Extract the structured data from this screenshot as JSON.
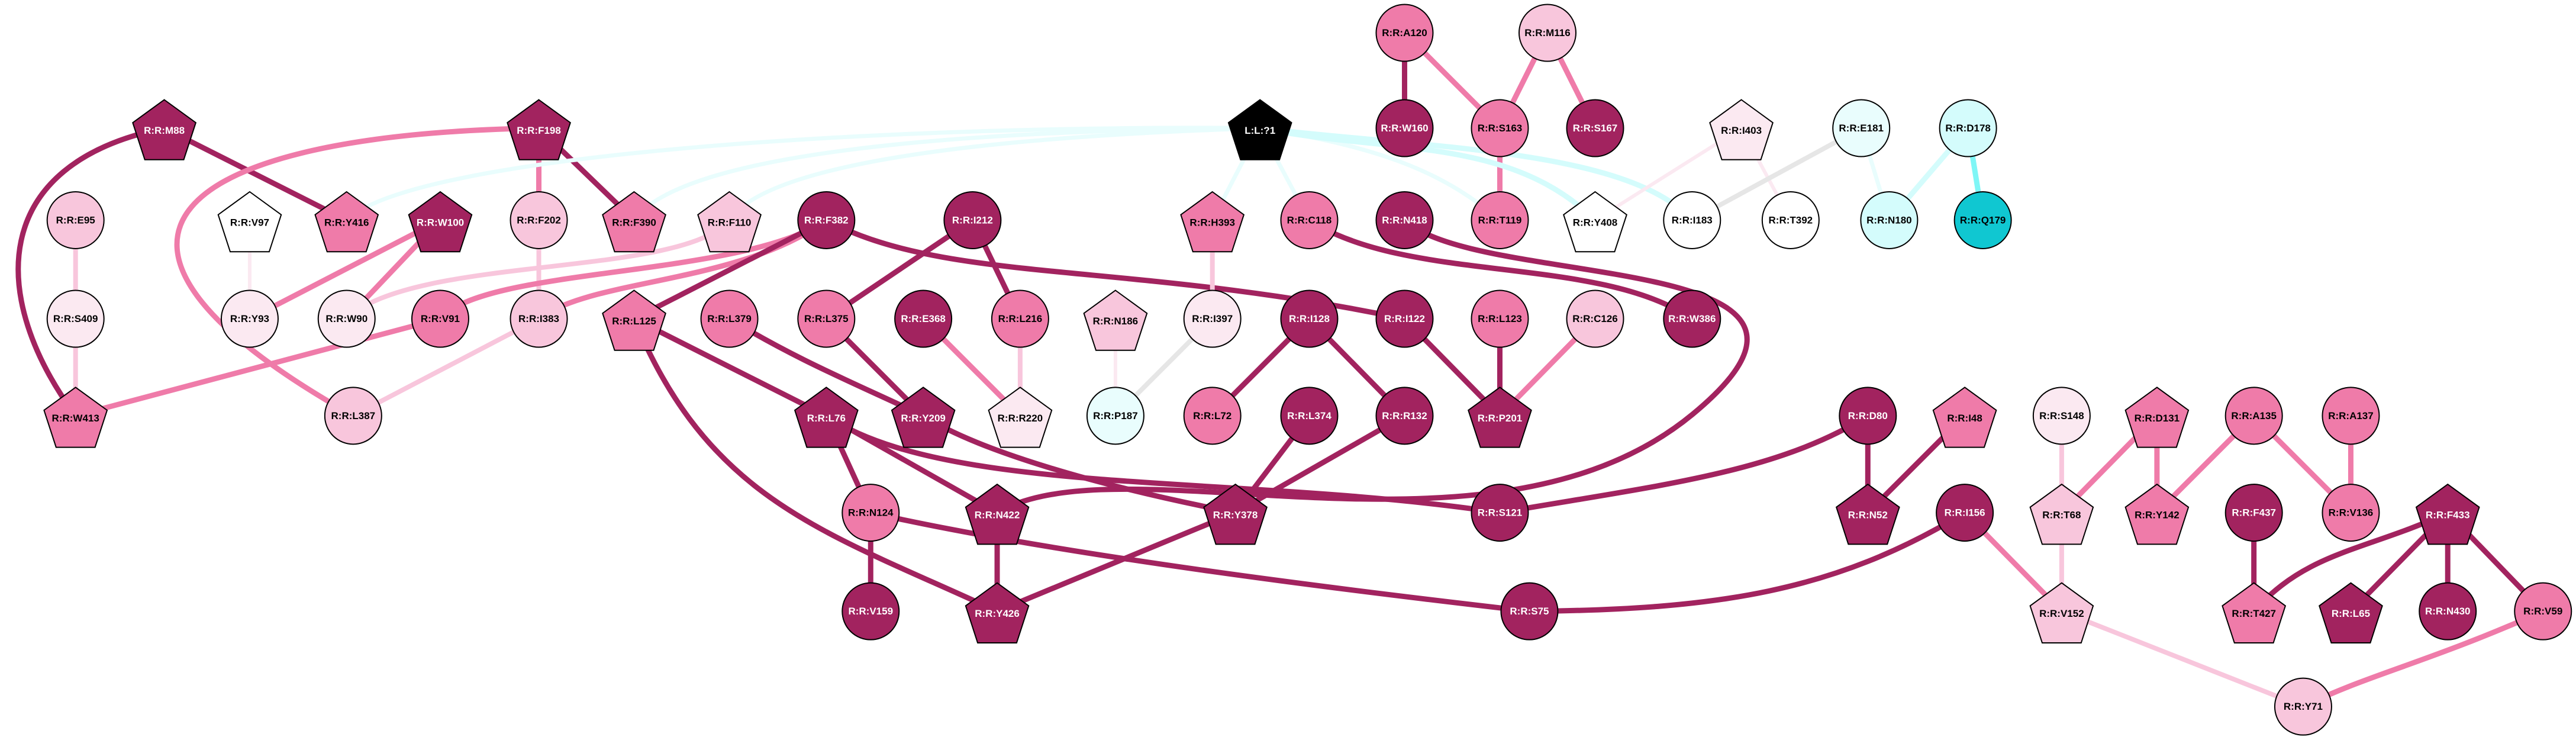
{
  "title": "Residue interaction network",
  "palette": {
    "dark": "#a2235f",
    "medium": "#ef7ba9",
    "light": "#f8c6dc",
    "pale": "#fbe9f1",
    "white": "#ffffff",
    "cyan_pale": "#e9fdfd",
    "cyan_light": "#d4fcfc",
    "cyan": "#10c7d1",
    "black": "#000000",
    "gray": "#e6e6e6",
    "cyan_edge": "#7ff6f6"
  },
  "nodes": [
    {
      "id": "A120",
      "label": "R:R:A120",
      "shape": "circle",
      "fill": "medium"
    },
    {
      "id": "M116",
      "label": "R:R:M116",
      "shape": "circle",
      "fill": "light"
    },
    {
      "id": "M88",
      "label": "R:R:M88",
      "shape": "pentagon",
      "fill": "dark"
    },
    {
      "id": "F198",
      "label": "R:R:F198",
      "shape": "pentagon",
      "fill": "dark"
    },
    {
      "id": "L1",
      "label": "L:L:?1",
      "shape": "pentagon",
      "fill": "black"
    },
    {
      "id": "W160",
      "label": "R:R:W160",
      "shape": "circle",
      "fill": "dark"
    },
    {
      "id": "S163",
      "label": "R:R:S163",
      "shape": "circle",
      "fill": "medium"
    },
    {
      "id": "S167",
      "label": "R:R:S167",
      "shape": "circle",
      "fill": "dark"
    },
    {
      "id": "I403",
      "label": "R:R:I403",
      "shape": "pentagon",
      "fill": "pale"
    },
    {
      "id": "E181",
      "label": "R:R:E181",
      "shape": "circle",
      "fill": "cyan_pale"
    },
    {
      "id": "D178",
      "label": "R:R:D178",
      "shape": "circle",
      "fill": "cyan_light"
    },
    {
      "id": "E95",
      "label": "R:R:E95",
      "shape": "circle",
      "fill": "light"
    },
    {
      "id": "V97",
      "label": "R:R:V97",
      "shape": "pentagon",
      "fill": "white"
    },
    {
      "id": "Y416",
      "label": "R:R:Y416",
      "shape": "pentagon",
      "fill": "medium"
    },
    {
      "id": "W100",
      "label": "R:R:W100",
      "shape": "pentagon",
      "fill": "dark"
    },
    {
      "id": "F202",
      "label": "R:R:F202",
      "shape": "circle",
      "fill": "light"
    },
    {
      "id": "F390",
      "label": "R:R:F390",
      "shape": "pentagon",
      "fill": "medium"
    },
    {
      "id": "F110",
      "label": "R:R:F110",
      "shape": "pentagon",
      "fill": "light"
    },
    {
      "id": "F382",
      "label": "R:R:F382",
      "shape": "circle",
      "fill": "dark"
    },
    {
      "id": "I212",
      "label": "R:R:I212",
      "shape": "circle",
      "fill": "dark"
    },
    {
      "id": "H393",
      "label": "R:R:H393",
      "shape": "pentagon",
      "fill": "medium"
    },
    {
      "id": "C118",
      "label": "R:R:C118",
      "shape": "circle",
      "fill": "medium"
    },
    {
      "id": "N418",
      "label": "R:R:N418",
      "shape": "circle",
      "fill": "dark"
    },
    {
      "id": "T119",
      "label": "R:R:T119",
      "shape": "circle",
      "fill": "medium"
    },
    {
      "id": "Y408",
      "label": "R:R:Y408",
      "shape": "pentagon",
      "fill": "white"
    },
    {
      "id": "I183",
      "label": "R:R:I183",
      "shape": "circle",
      "fill": "white"
    },
    {
      "id": "T392",
      "label": "R:R:T392",
      "shape": "circle",
      "fill": "white"
    },
    {
      "id": "N180",
      "label": "R:R:N180",
      "shape": "circle",
      "fill": "cyan_light"
    },
    {
      "id": "Q179",
      "label": "R:R:Q179",
      "shape": "circle",
      "fill": "cyan"
    },
    {
      "id": "S409",
      "label": "R:R:S409",
      "shape": "circle",
      "fill": "pale"
    },
    {
      "id": "Y93",
      "label": "R:R:Y93",
      "shape": "circle",
      "fill": "pale"
    },
    {
      "id": "W90",
      "label": "R:R:W90",
      "shape": "circle",
      "fill": "pale"
    },
    {
      "id": "V91",
      "label": "R:R:V91",
      "shape": "circle",
      "fill": "medium"
    },
    {
      "id": "I383",
      "label": "R:R:I383",
      "shape": "circle",
      "fill": "light"
    },
    {
      "id": "L125",
      "label": "R:R:L125",
      "shape": "pentagon",
      "fill": "medium"
    },
    {
      "id": "L379",
      "label": "R:R:L379",
      "shape": "circle",
      "fill": "medium"
    },
    {
      "id": "L375",
      "label": "R:R:L375",
      "shape": "circle",
      "fill": "medium"
    },
    {
      "id": "E368",
      "label": "R:R:E368",
      "shape": "circle",
      "fill": "dark"
    },
    {
      "id": "L216",
      "label": "R:R:L216",
      "shape": "circle",
      "fill": "medium"
    },
    {
      "id": "N186",
      "label": "R:R:N186",
      "shape": "pentagon",
      "fill": "light"
    },
    {
      "id": "I397",
      "label": "R:R:I397",
      "shape": "circle",
      "fill": "pale"
    },
    {
      "id": "I128",
      "label": "R:R:I128",
      "shape": "circle",
      "fill": "dark"
    },
    {
      "id": "I122",
      "label": "R:R:I122",
      "shape": "circle",
      "fill": "dark"
    },
    {
      "id": "L123",
      "label": "R:R:L123",
      "shape": "circle",
      "fill": "medium"
    },
    {
      "id": "C126",
      "label": "R:R:C126",
      "shape": "circle",
      "fill": "light"
    },
    {
      "id": "W386",
      "label": "R:R:W386",
      "shape": "circle",
      "fill": "dark"
    },
    {
      "id": "W413",
      "label": "R:R:W413",
      "shape": "pentagon",
      "fill": "medium"
    },
    {
      "id": "L387",
      "label": "R:R:L387",
      "shape": "circle",
      "fill": "light"
    },
    {
      "id": "L76",
      "label": "R:R:L76",
      "shape": "pentagon",
      "fill": "dark"
    },
    {
      "id": "Y209",
      "label": "R:R:Y209",
      "shape": "pentagon",
      "fill": "dark"
    },
    {
      "id": "R220",
      "label": "R:R:R220",
      "shape": "pentagon",
      "fill": "pale"
    },
    {
      "id": "P187",
      "label": "R:R:P187",
      "shape": "circle",
      "fill": "cyan_pale"
    },
    {
      "id": "L72",
      "label": "R:R:L72",
      "shape": "circle",
      "fill": "medium"
    },
    {
      "id": "L374",
      "label": "R:R:L374",
      "shape": "circle",
      "fill": "dark"
    },
    {
      "id": "R132",
      "label": "R:R:R132",
      "shape": "circle",
      "fill": "dark"
    },
    {
      "id": "P201",
      "label": "R:R:P201",
      "shape": "pentagon",
      "fill": "dark"
    },
    {
      "id": "D80",
      "label": "R:R:D80",
      "shape": "circle",
      "fill": "dark"
    },
    {
      "id": "I48",
      "label": "R:R:I48",
      "shape": "pentagon",
      "fill": "medium"
    },
    {
      "id": "S148",
      "label": "R:R:S148",
      "shape": "circle",
      "fill": "pale"
    },
    {
      "id": "D131",
      "label": "R:R:D131",
      "shape": "pentagon",
      "fill": "medium"
    },
    {
      "id": "A135",
      "label": "R:R:A135",
      "shape": "circle",
      "fill": "medium"
    },
    {
      "id": "A137",
      "label": "R:R:A137",
      "shape": "circle",
      "fill": "medium"
    },
    {
      "id": "N124",
      "label": "R:R:N124",
      "shape": "circle",
      "fill": "medium"
    },
    {
      "id": "N422",
      "label": "R:R:N422",
      "shape": "pentagon",
      "fill": "dark"
    },
    {
      "id": "Y378",
      "label": "R:R:Y378",
      "shape": "pentagon",
      "fill": "dark"
    },
    {
      "id": "S121",
      "label": "R:R:S121",
      "shape": "circle",
      "fill": "dark"
    },
    {
      "id": "N52",
      "label": "R:R:N52",
      "shape": "pentagon",
      "fill": "dark"
    },
    {
      "id": "I156",
      "label": "R:R:I156",
      "shape": "circle",
      "fill": "dark"
    },
    {
      "id": "T68",
      "label": "R:R:T68",
      "shape": "pentagon",
      "fill": "light"
    },
    {
      "id": "Y142",
      "label": "R:R:Y142",
      "shape": "pentagon",
      "fill": "medium"
    },
    {
      "id": "F437",
      "label": "R:R:F437",
      "shape": "circle",
      "fill": "dark"
    },
    {
      "id": "V136",
      "label": "R:R:V136",
      "shape": "circle",
      "fill": "medium"
    },
    {
      "id": "F433",
      "label": "R:R:F433",
      "shape": "pentagon",
      "fill": "dark"
    },
    {
      "id": "V159",
      "label": "R:R:V159",
      "shape": "circle",
      "fill": "dark"
    },
    {
      "id": "Y426",
      "label": "R:R:Y426",
      "shape": "pentagon",
      "fill": "dark"
    },
    {
      "id": "S75",
      "label": "R:R:S75",
      "shape": "circle",
      "fill": "dark"
    },
    {
      "id": "V152",
      "label": "R:R:V152",
      "shape": "pentagon",
      "fill": "light"
    },
    {
      "id": "T427",
      "label": "R:R:T427",
      "shape": "pentagon",
      "fill": "medium"
    },
    {
      "id": "L65",
      "label": "R:R:L65",
      "shape": "pentagon",
      "fill": "dark"
    },
    {
      "id": "N430",
      "label": "R:R:N430",
      "shape": "circle",
      "fill": "dark"
    },
    {
      "id": "V59",
      "label": "R:R:V59",
      "shape": "circle",
      "fill": "medium"
    },
    {
      "id": "Y71",
      "label": "R:R:Y71",
      "shape": "circle",
      "fill": "light"
    }
  ],
  "edges": [
    {
      "from": "A120",
      "to": "W160",
      "color": "dark"
    },
    {
      "from": "A120",
      "to": "S163",
      "color": "medium"
    },
    {
      "from": "M116",
      "to": "S163",
      "color": "medium"
    },
    {
      "from": "M116",
      "to": "S167",
      "color": "medium"
    },
    {
      "from": "S163",
      "to": "T119",
      "color": "medium"
    },
    {
      "from": "M88",
      "to": "Y416",
      "color": "dark"
    },
    {
      "from": "M88",
      "to": "W413",
      "color": "dark"
    },
    {
      "from": "F198",
      "to": "F202",
      "color": "medium"
    },
    {
      "from": "F198",
      "to": "F390",
      "color": "dark"
    },
    {
      "from": "F198",
      "to": "L387",
      "color": "medium"
    },
    {
      "from": "L1",
      "to": "Y416",
      "color": "cyan_pale"
    },
    {
      "from": "L1",
      "to": "F390",
      "color": "cyan_pale"
    },
    {
      "from": "L1",
      "to": "F110",
      "color": "cyan_pale"
    },
    {
      "from": "L1",
      "to": "H393",
      "color": "cyan_pale"
    },
    {
      "from": "L1",
      "to": "C118",
      "color": "cyan_pale"
    },
    {
      "from": "L1",
      "to": "T119",
      "color": "cyan_pale"
    },
    {
      "from": "L1",
      "to": "Y408",
      "color": "cyan_light"
    },
    {
      "from": "L1",
      "to": "I183",
      "color": "cyan_light"
    },
    {
      "from": "I403",
      "to": "Y408",
      "color": "pale"
    },
    {
      "from": "I403",
      "to": "T392",
      "color": "pale"
    },
    {
      "from": "E181",
      "to": "I183",
      "color": "gray"
    },
    {
      "from": "E181",
      "to": "N180",
      "color": "cyan_pale"
    },
    {
      "from": "D178",
      "to": "N180",
      "color": "cyan_light"
    },
    {
      "from": "D178",
      "to": "Q179",
      "color": "cyan_edge"
    },
    {
      "from": "E95",
      "to": "S409",
      "color": "light"
    },
    {
      "from": "S409",
      "to": "W413",
      "color": "light"
    },
    {
      "from": "V97",
      "to": "Y93",
      "color": "pale"
    },
    {
      "from": "W100",
      "to": "Y93",
      "color": "medium"
    },
    {
      "from": "W100",
      "to": "W90",
      "color": "medium"
    },
    {
      "from": "F202",
      "to": "I383",
      "color": "light"
    },
    {
      "from": "F110",
      "to": "W90",
      "color": "light"
    },
    {
      "from": "F382",
      "to": "V91",
      "color": "medium"
    },
    {
      "from": "F382",
      "to": "I383",
      "color": "medium"
    },
    {
      "from": "F382",
      "to": "L125",
      "color": "dark"
    },
    {
      "from": "F382",
      "to": "I122",
      "color": "dark"
    },
    {
      "from": "V91",
      "to": "W413",
      "color": "medium"
    },
    {
      "from": "I383",
      "to": "L387",
      "color": "light"
    },
    {
      "from": "I212",
      "to": "L375",
      "color": "dark"
    },
    {
      "from": "I212",
      "to": "L216",
      "color": "dark"
    },
    {
      "from": "H393",
      "to": "I397",
      "color": "light"
    },
    {
      "from": "C118",
      "to": "W386",
      "color": "dark"
    },
    {
      "from": "N418",
      "to": "N422",
      "color": "dark"
    },
    {
      "from": "L125",
      "to": "L76",
      "color": "dark"
    },
    {
      "from": "L125",
      "to": "Y426",
      "color": "dark"
    },
    {
      "from": "L379",
      "to": "Y209",
      "color": "dark"
    },
    {
      "from": "L375",
      "to": "Y209",
      "color": "dark"
    },
    {
      "from": "E368",
      "to": "R220",
      "color": "medium"
    },
    {
      "from": "L216",
      "to": "R220",
      "color": "light"
    },
    {
      "from": "N186",
      "to": "P187",
      "color": "pale"
    },
    {
      "from": "I397",
      "to": "P187",
      "color": "gray"
    },
    {
      "from": "I128",
      "to": "L72",
      "color": "dark"
    },
    {
      "from": "I128",
      "to": "R132",
      "color": "dark"
    },
    {
      "from": "I122",
      "to": "P201",
      "color": "dark"
    },
    {
      "from": "L123",
      "to": "P201",
      "color": "dark"
    },
    {
      "from": "C126",
      "to": "P201",
      "color": "medium"
    },
    {
      "from": "L76",
      "to": "N124",
      "color": "dark"
    },
    {
      "from": "L76",
      "to": "N422",
      "color": "dark"
    },
    {
      "from": "L76",
      "to": "S121",
      "color": "dark"
    },
    {
      "from": "Y209",
      "to": "Y378",
      "color": "dark"
    },
    {
      "from": "L374",
      "to": "Y378",
      "color": "dark"
    },
    {
      "from": "R132",
      "to": "Y378",
      "color": "dark"
    },
    {
      "from": "N124",
      "to": "V159",
      "color": "dark"
    },
    {
      "from": "N124",
      "to": "S75",
      "color": "dark"
    },
    {
      "from": "N422",
      "to": "Y426",
      "color": "dark"
    },
    {
      "from": "Y378",
      "to": "Y426",
      "color": "dark"
    },
    {
      "from": "D80",
      "to": "S121",
      "color": "dark"
    },
    {
      "from": "D80",
      "to": "N52",
      "color": "dark"
    },
    {
      "from": "I48",
      "to": "N52",
      "color": "dark"
    },
    {
      "from": "I156",
      "to": "S75",
      "color": "dark"
    },
    {
      "from": "I156",
      "to": "V152",
      "color": "medium"
    },
    {
      "from": "S148",
      "to": "T68",
      "color": "light"
    },
    {
      "from": "D131",
      "to": "T68",
      "color": "medium"
    },
    {
      "from": "D131",
      "to": "Y142",
      "color": "medium"
    },
    {
      "from": "A135",
      "to": "Y142",
      "color": "medium"
    },
    {
      "from": "A135",
      "to": "V136",
      "color": "medium"
    },
    {
      "from": "A137",
      "to": "V136",
      "color": "medium"
    },
    {
      "from": "T68",
      "to": "V152",
      "color": "light"
    },
    {
      "from": "F437",
      "to": "T427",
      "color": "dark"
    },
    {
      "from": "F433",
      "to": "T427",
      "color": "dark"
    },
    {
      "from": "F433",
      "to": "L65",
      "color": "dark"
    },
    {
      "from": "F433",
      "to": "N430",
      "color": "dark"
    },
    {
      "from": "F433",
      "to": "V59",
      "color": "dark"
    },
    {
      "from": "V152",
      "to": "Y71",
      "color": "light"
    },
    {
      "from": "V59",
      "to": "Y71",
      "color": "medium"
    }
  ]
}
